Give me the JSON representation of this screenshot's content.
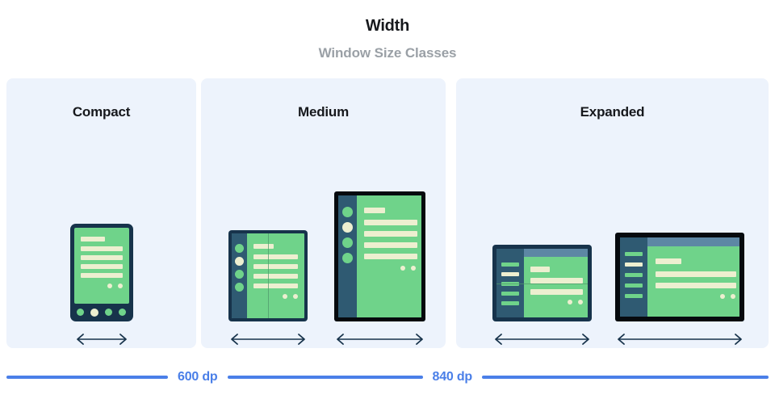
{
  "header": {
    "title": "Width",
    "subtitle": "Window Size Classes"
  },
  "colors": {
    "panel_bg": "#edf3fc",
    "accent_blue": "#4a7fe8",
    "device_navy": "#17334b",
    "device_black": "#060a0e",
    "screen_green": "#6fd38a",
    "content_cream": "#edefd0",
    "rail_slate": "#2f5a72",
    "appbar_blue": "#5d87a4",
    "title_dark": "#16181c",
    "subtitle_gray": "#9aa0a6"
  },
  "panels": [
    {
      "id": "compact",
      "label": "Compact",
      "devices": [
        {
          "name": "phone",
          "type": "phone-portrait",
          "arrow_label": "width-arrow"
        }
      ]
    },
    {
      "id": "medium",
      "label": "Medium",
      "devices": [
        {
          "name": "foldable-portrait",
          "type": "foldable-portrait",
          "arrow_label": "width-arrow"
        },
        {
          "name": "tablet-portrait",
          "type": "tablet-portrait",
          "arrow_label": "width-arrow"
        }
      ]
    },
    {
      "id": "expanded",
      "label": "Expanded",
      "devices": [
        {
          "name": "foldable-landscape",
          "type": "foldable-landscape",
          "arrow_label": "width-arrow"
        },
        {
          "name": "tablet-landscape",
          "type": "tablet-landscape",
          "arrow_label": "width-arrow"
        }
      ]
    }
  ],
  "scale": {
    "breakpoints": [
      {
        "value": "600 dp"
      },
      {
        "value": "840 dp"
      }
    ]
  }
}
